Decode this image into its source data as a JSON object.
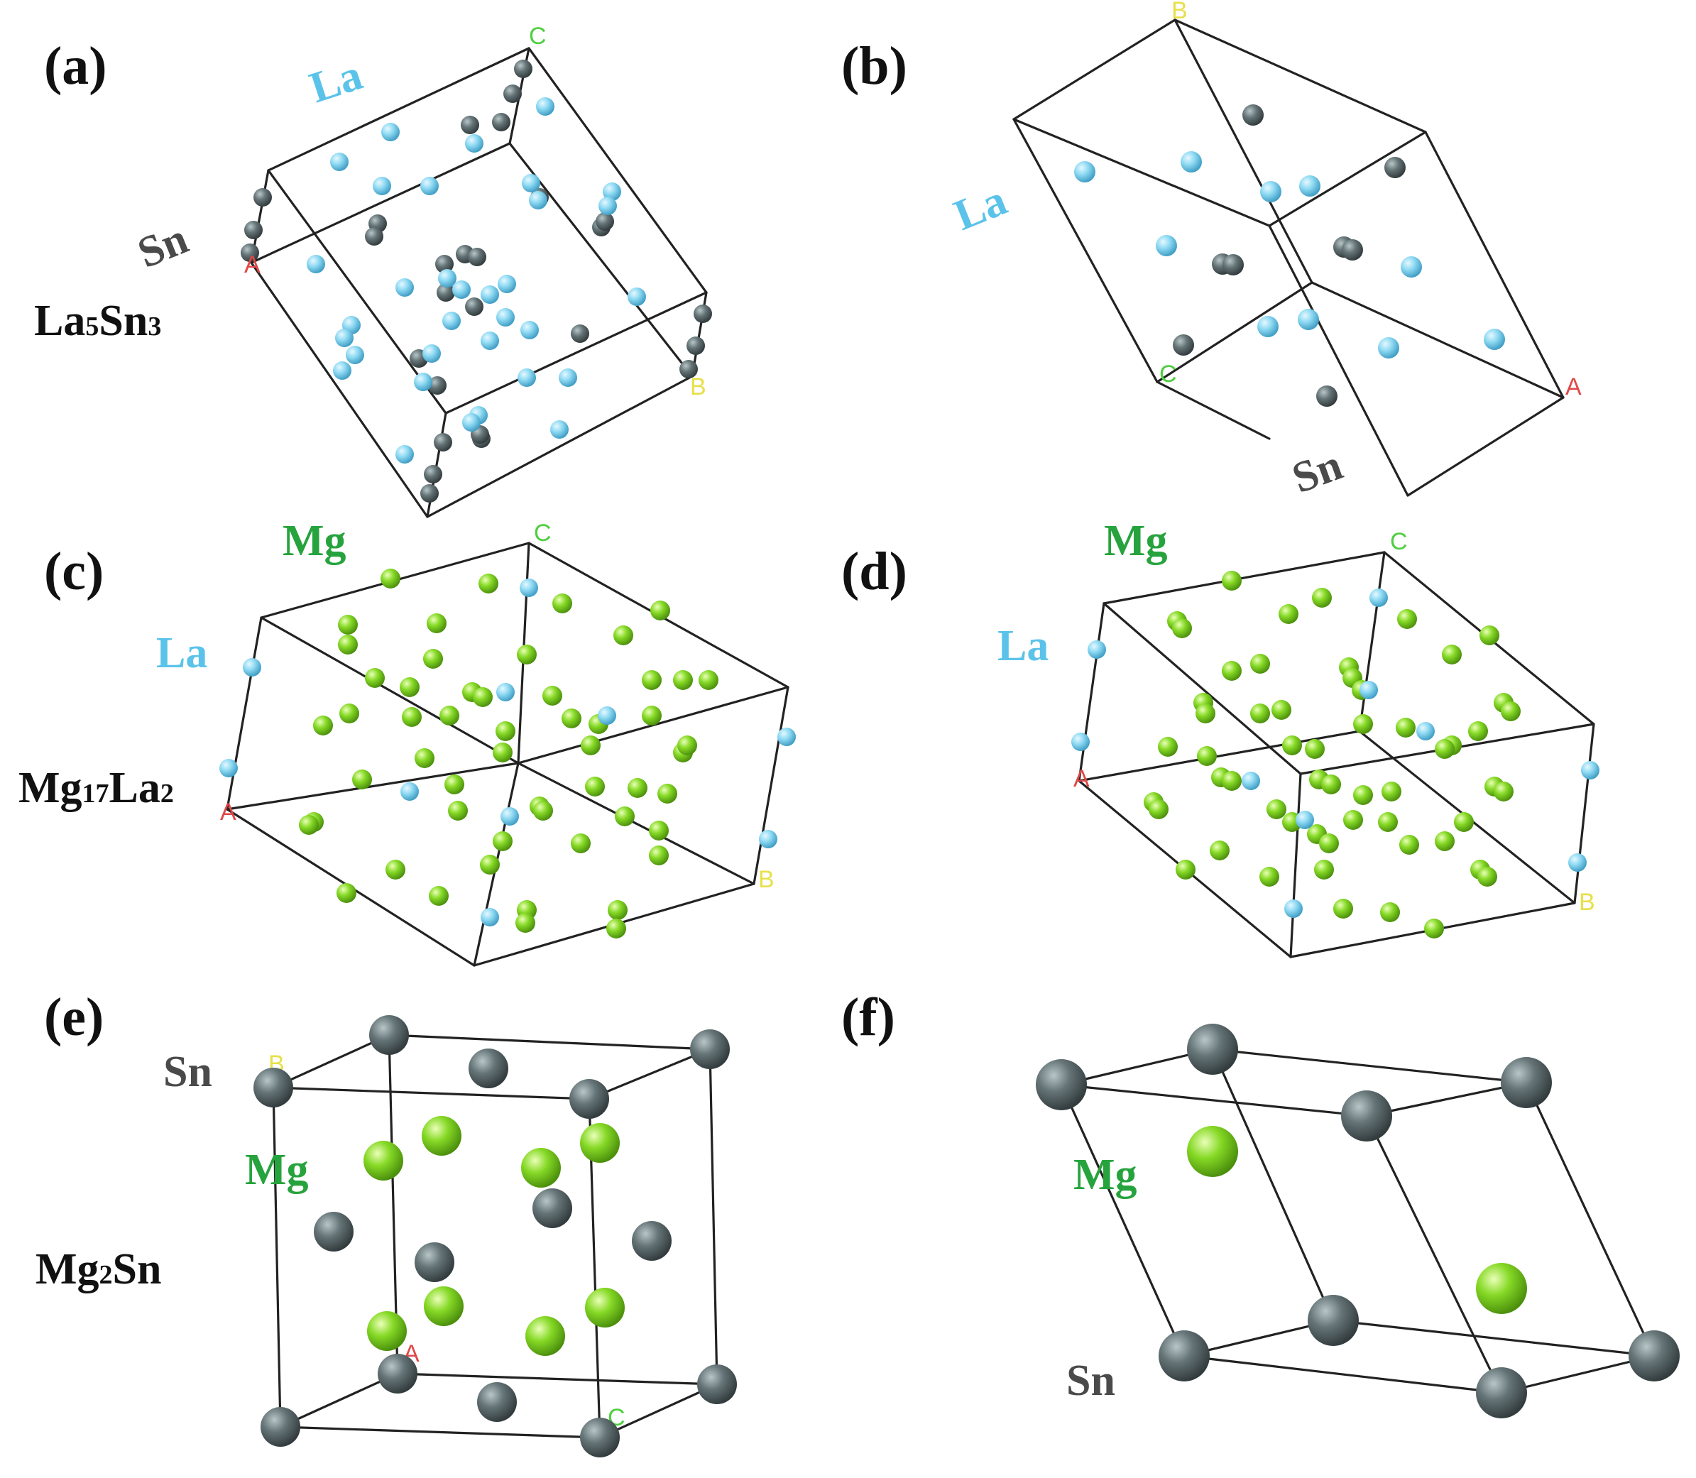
{
  "colors": {
    "La": "#7fd3ef",
    "Sn": "#5f6d70",
    "Mg": "#79d21e",
    "la_label": "#5bc3ea",
    "mg_label": "#27a33e",
    "sn_label": "#404040",
    "axis_a": "#e04848",
    "axis_b": "#e8e04a",
    "axis_c": "#4fcf3f"
  },
  "panels": [
    {
      "id": "a",
      "tag": "(a)",
      "formula": "La5Sn3",
      "formula_main": "La",
      "sub1": "5",
      "formula_mid": "Sn",
      "sub2": "3",
      "labels": {
        "La": "La",
        "Sn": "Sn"
      }
    },
    {
      "id": "b",
      "tag": "(b)",
      "labels": {
        "La": "La",
        "Sn": "Sn"
      }
    },
    {
      "id": "c",
      "tag": "(c)",
      "formula": "Mg17La2",
      "formula_main": "Mg",
      "sub1": "17",
      "formula_mid": "La",
      "sub2": "2",
      "labels": {
        "Mg": "Mg",
        "La": "La"
      }
    },
    {
      "id": "d",
      "tag": "(d)",
      "labels": {
        "Mg": "Mg",
        "La": "La"
      }
    },
    {
      "id": "e",
      "tag": "(e)",
      "formula": "Mg2Sn",
      "formula_main": "Mg",
      "sub1": "2",
      "formula_mid": "Sn",
      "sub2": "",
      "labels": {
        "Sn": "Sn",
        "Mg": "Mg"
      }
    },
    {
      "id": "f",
      "tag": "(f)",
      "labels": {
        "Mg": "Mg",
        "Sn": "Sn"
      }
    }
  ],
  "axis_letters": {
    "A": "A",
    "B": "B",
    "C": "C"
  }
}
